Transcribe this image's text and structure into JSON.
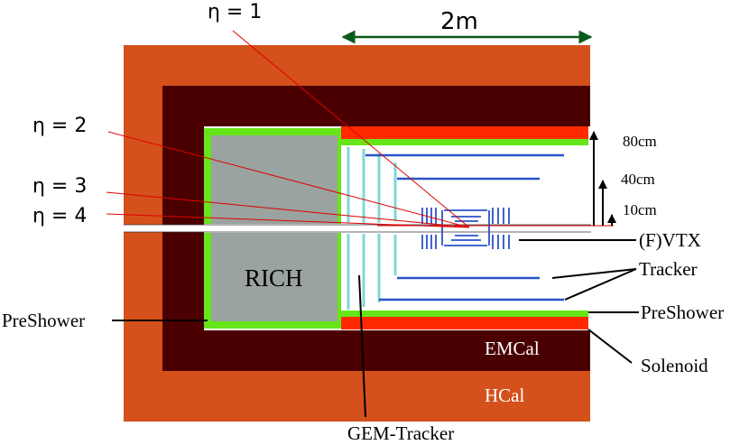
{
  "scale": {
    "label": "2m"
  },
  "eta_labels": [
    "η = 1",
    "η = 2",
    "η = 3",
    "η = 4"
  ],
  "detectors": {
    "rich": "RICH",
    "emcal": "EMCal",
    "hcal": "HCal",
    "fvtx": "(F)VTX",
    "tracker": "Tracker",
    "preshower_right": "PreShower",
    "preshower_left": "PreShower",
    "solenoid": "Solenoid",
    "gem_tracker": "GEM-Tracker"
  },
  "radii": [
    "80cm",
    "40cm",
    "10cm"
  ],
  "colors": {
    "hcal": "#d4511b",
    "emcal": "#4a0000",
    "preshower": "#66e619",
    "solenoid": "#ff2a00",
    "rich": "#9aa39f",
    "gem": "#7fd8d8",
    "tracker": "#2a52c8",
    "scale_arrow": "#0b5a1a",
    "eta_lines": "#e00000"
  }
}
